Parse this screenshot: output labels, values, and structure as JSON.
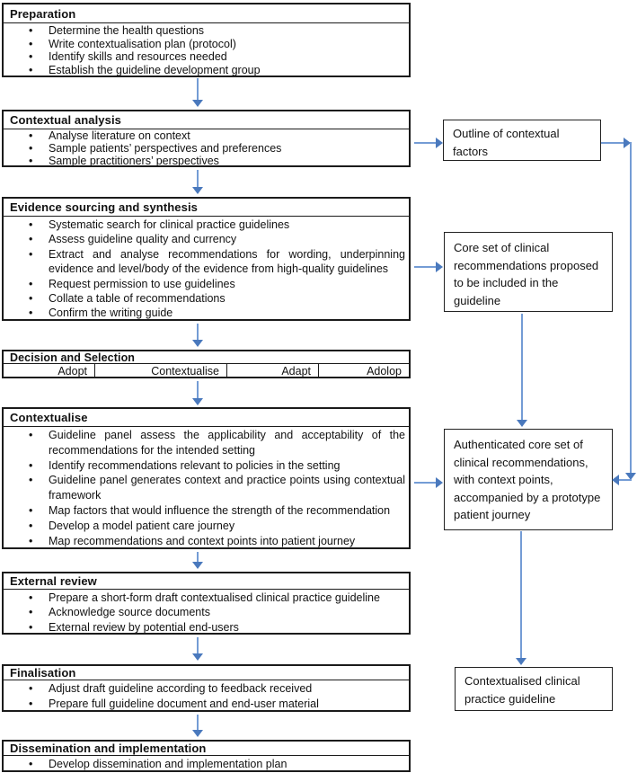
{
  "flow": [
    {
      "title": "Preparation",
      "bullets": [
        "Determine the health questions",
        "Write contextualisation plan (protocol)",
        "Identify skills and resources needed",
        "Establish the guideline development group"
      ]
    },
    {
      "title": "Contextual analysis",
      "bullets": [
        "Analyse literature on context",
        "Sample patients’ perspectives and preferences",
        "Sample practitioners’ perspectives"
      ]
    },
    {
      "title": "Evidence sourcing and synthesis",
      "bullets": [
        "Systematic search for clinical practice guidelines",
        "Assess guideline quality and currency",
        "Extract and analyse recommendations for wording, underpinning evidence and level/body of the evidence from high-quality guidelines",
        "Request permission to use guidelines",
        "Collate a table of recommendations",
        "Confirm the writing guide"
      ]
    },
    {
      "title": "Decision and Selection",
      "options": [
        "Adopt",
        "Contextualise",
        "Adapt",
        "Adolop"
      ]
    },
    {
      "title": "Contextualise",
      "bullets": [
        "Guideline panel assess the applicability and acceptability of the recommendations for the intended setting",
        "Identify recommendations relevant to policies in the setting",
        "Guideline panel generates context and practice points using contextual framework",
        "Map factors that would influence the strength of the recommendation",
        "Develop a model patient care journey",
        "Map recommendations and context points into patient journey"
      ]
    },
    {
      "title": "External review",
      "bullets": [
        "Prepare a short-form draft contextualised clinical practice guideline",
        "Acknowledge source documents",
        "External review by potential end-users"
      ]
    },
    {
      "title": "Finalisation",
      "bullets": [
        "Adjust draft guideline according to feedback received",
        "Prepare full guideline document and end-user material"
      ]
    },
    {
      "title": "Dissemination and implementation",
      "bullets": [
        "Develop dissemination and implementation plan"
      ]
    }
  ],
  "outputs": [
    {
      "text": "Outline of contextual factors"
    },
    {
      "text": "Core set of clinical recommendations proposed to be included in the guideline"
    },
    {
      "text": "Authenticated core set of clinical recommendations, with context points, accompanied by a prototype patient journey"
    },
    {
      "text": "Contextualised clinical practice guideline"
    }
  ],
  "colors": {
    "arrow_stem": "#749cd5",
    "arrow_head": "#4a79bd",
    "box_border": "#1b1b1b"
  }
}
